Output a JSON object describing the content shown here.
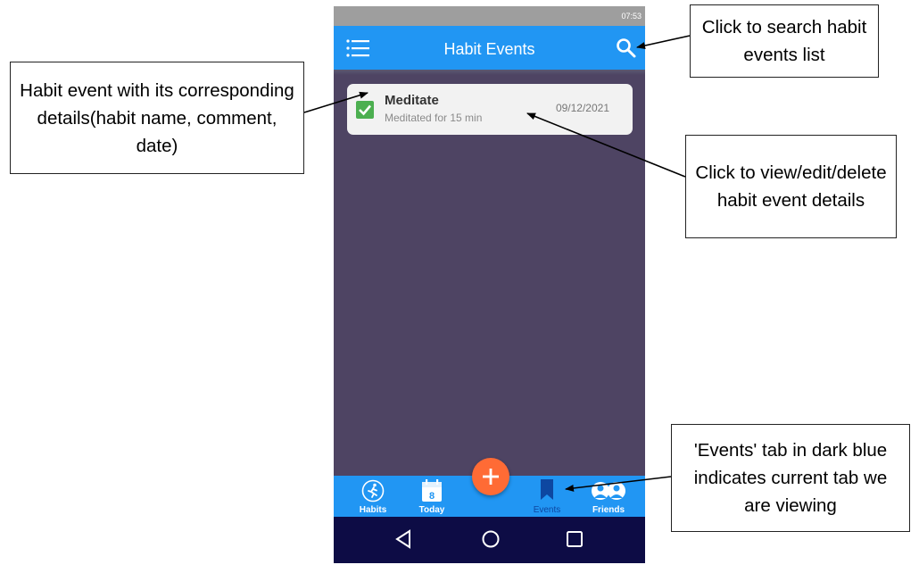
{
  "status_bar": {
    "time": "07:53"
  },
  "app_bar": {
    "title": "Habit Events",
    "menu_icon": "hamburger-menu-icon",
    "search_icon": "search-icon"
  },
  "events": [
    {
      "name": "Meditate",
      "comment": "Meditated for 15 min",
      "date": "09/12/2021",
      "status_icon": "checkmark-icon",
      "status_color": "#4caf50"
    }
  ],
  "bottom_nav": {
    "items": [
      {
        "label": "Habits",
        "icon": "running-person-icon"
      },
      {
        "label": "Today",
        "icon": "calendar-icon",
        "icon_text": "8"
      },
      {
        "label": "Events",
        "icon": "bookmark-icon",
        "active": true
      },
      {
        "label": "Friends",
        "icon": "friends-icon"
      }
    ],
    "fab_icon": "plus-icon",
    "active_color": "#0d47a1"
  },
  "system_nav": {
    "icons": [
      "back-icon",
      "home-icon",
      "recents-icon"
    ]
  },
  "colors": {
    "app_bar": "#2196f3",
    "background": "#4e4463",
    "fab": "#ff6b35",
    "system_nav": "#0d0c45"
  },
  "annotations": [
    {
      "text": "Habit event with its corresponding details(habit name, comment, date)"
    },
    {
      "text": "Click to search habit events list"
    },
    {
      "text": "Click to view/edit/delete habit event details"
    },
    {
      "text": "'Events' tab in dark blue indicates current tab we are viewing"
    }
  ]
}
